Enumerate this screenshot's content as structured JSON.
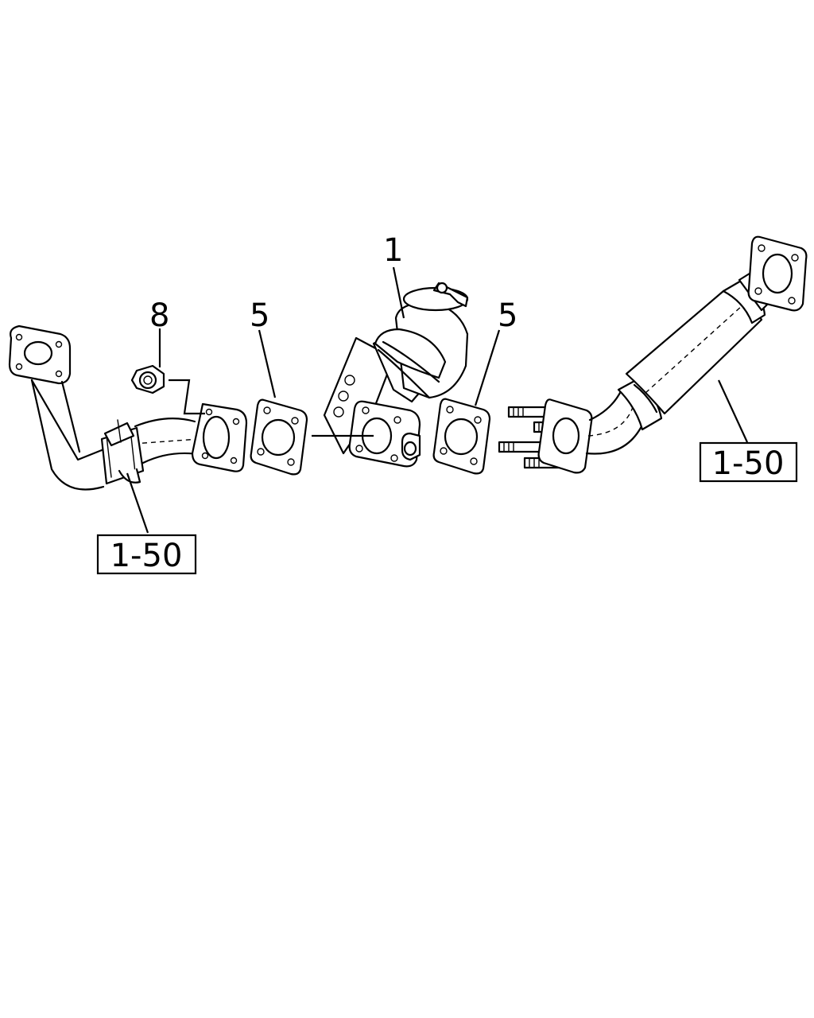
{
  "callouts": [
    {
      "id": "1",
      "label": "1"
    },
    {
      "id": "5a",
      "label": "5"
    },
    {
      "id": "5b",
      "label": "5"
    },
    {
      "id": "8",
      "label": "8"
    }
  ],
  "references": [
    {
      "id": "left",
      "label": "1-50"
    },
    {
      "id": "right",
      "label": "1-50"
    }
  ]
}
